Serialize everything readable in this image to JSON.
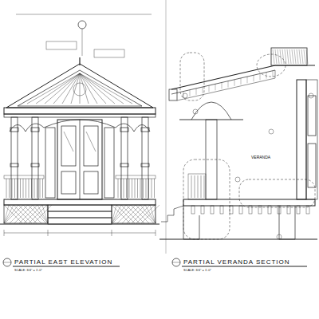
{
  "diagram": {
    "labels": [
      "PARTIAL EAST ELEVATION",
      "SCALE: 3/4\" = 1'-0\"",
      "PARTIAL VERANDA SECTION",
      "SCALE: 3/4\" = 1'-0\"",
      "VERANDA"
    ]
  }
}
